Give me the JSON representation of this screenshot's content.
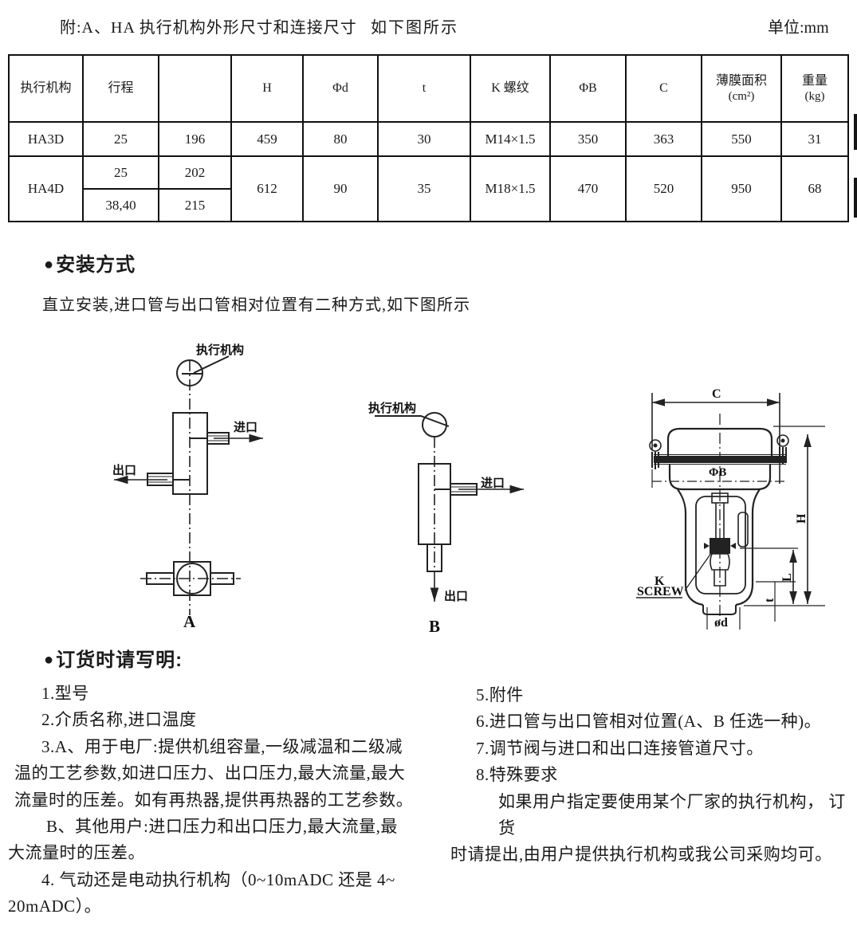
{
  "header": {
    "title": "附:A、HA 执行机构外形尺寸和连接尺寸",
    "subtitle": "如下图所示",
    "unit": "单位:mm"
  },
  "icons": {
    "bullet": "●"
  },
  "table": {
    "h": [
      "执行机构",
      "行程",
      "",
      "H",
      "Φd",
      "t",
      "K 螺纹",
      "ΦB",
      "C",
      "薄膜面积",
      "(cm²)",
      "重量",
      "(kg)"
    ],
    "ha3d": [
      "HA3D",
      "25",
      "196",
      "459",
      "80",
      "30",
      "M14×1.5",
      "350",
      "363",
      "550",
      "31"
    ],
    "ha4d": [
      "HA4D",
      "25",
      "202",
      "612",
      "90",
      "35",
      "M18×1.5",
      "470",
      "520",
      "950",
      "68"
    ],
    "ha4d_b": [
      "38,40",
      "215"
    ]
  },
  "install": {
    "heading": "安装方式",
    "body": "直立安装,进口管与出口管相对位置有二种方式,如下图所示"
  },
  "diagrams": {
    "a": {
      "actuator": "执行机构",
      "inlet": "进口",
      "outlet": "出口",
      "caption": "A"
    },
    "b": {
      "actuator": "执行机构",
      "inlet": "进口",
      "outlet": "出口",
      "caption": "B"
    },
    "c": {
      "dim_c": "C",
      "dim_b": "ΦB",
      "dim_h": "H",
      "dim_l": "L",
      "dim_t": "t",
      "dim_d": "ød",
      "screw1": "K",
      "screw2": "SCREW"
    }
  },
  "order": {
    "heading": "订货时请写明:",
    "left": [
      "1.型号",
      "2.介质名称,进口温度",
      "3.A、用于电厂:提供机组容量,一级减温和二级减",
      "温的工艺参数,如进口压力、出口压力,最大流量,最大",
      "流量时的压差。如有再热器,提供再热器的工艺参数。",
      "B、其他用户:进口压力和出口压力,最大流量,最",
      "大流量时的压差。",
      "4. 气动还是电动执行机构（0~10mADC 还是 4~",
      "20mADC）。"
    ],
    "right": [
      "5.附件",
      "6.进口管与出口管相对位置(A、B 任选一种)。",
      "7.调节阀与进口和出口连接管道尺寸。",
      "8.特殊要求",
      "如果用户指定要使用某个厂家的执行机构， 订货",
      "时请提出,由用户提供执行机构或我公司采购均可。"
    ]
  }
}
